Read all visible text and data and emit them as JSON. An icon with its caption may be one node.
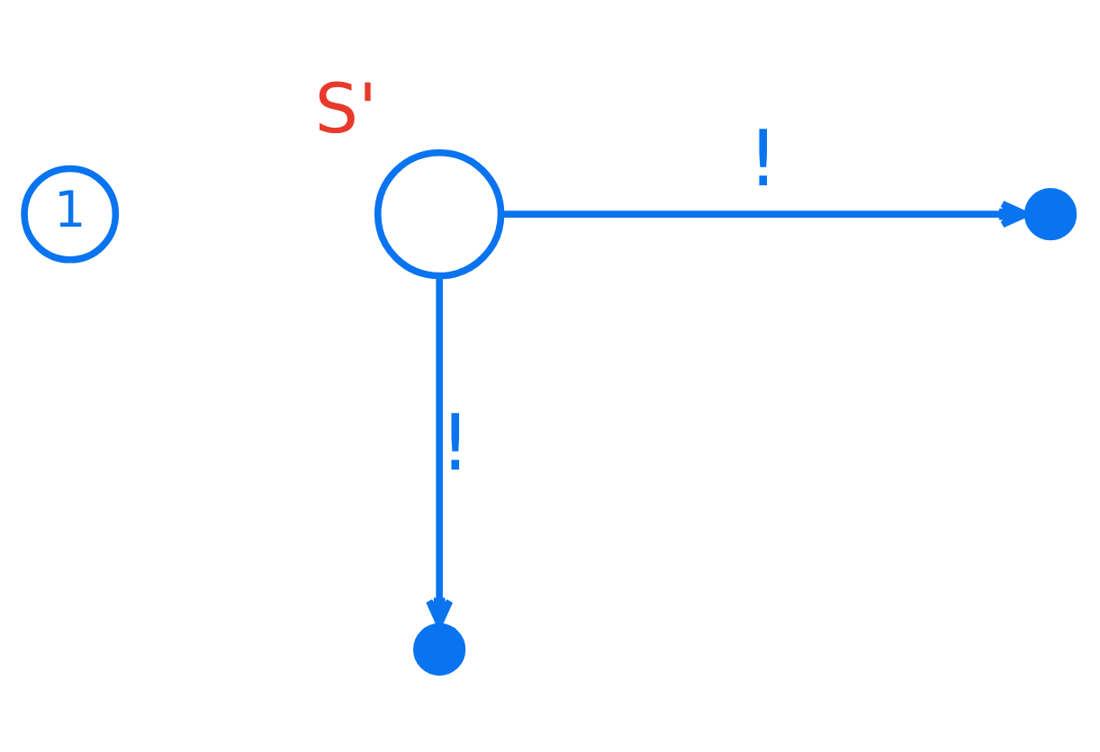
{
  "diagram": {
    "nodes": [
      {
        "text": [
          "1"
        ]
      },
      {
        "text": [],
        "shape": "circle",
        "beside": [
          "S'"
        ]
      },
      {
        "text": [],
        "shape": "circle"
      },
      {
        "text": [],
        "shape": "circle"
      }
    ],
    "edges": [
      {
        "from": 1,
        "to": 2,
        "arrow": "to",
        "label": "!"
      },
      {
        "from": 1,
        "to": 3,
        "arrow": "to",
        "label": "!"
      }
    ]
  }
}
